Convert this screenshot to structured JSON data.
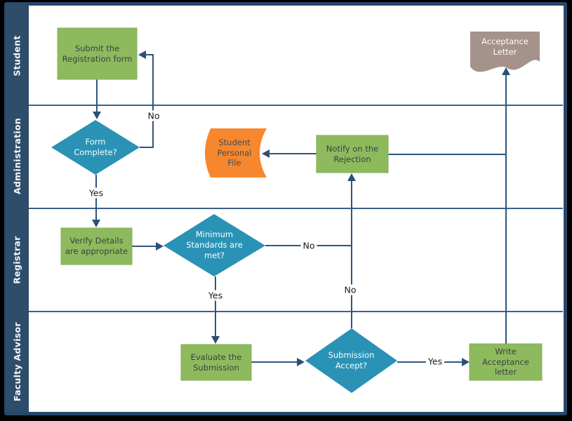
{
  "diagram": {
    "lanes": [
      {
        "label": "Student"
      },
      {
        "label": "Administration"
      },
      {
        "label": "Registrar"
      },
      {
        "label": "Faculty Advisor"
      }
    ],
    "nodes": {
      "submit": {
        "type": "process",
        "label": "Submit the\nRegistration form"
      },
      "acceptance_letter": {
        "type": "document",
        "label": "Acceptance\nLetter"
      },
      "form_complete": {
        "type": "decision",
        "label": "Form\nComplete?"
      },
      "student_file": {
        "type": "stored-data",
        "label": "Student\nPersonal\nFile"
      },
      "notify_rejection": {
        "type": "process",
        "label": "Notify on the\nRejection"
      },
      "verify_details": {
        "type": "process",
        "label": "Verify Details\nare appropriate"
      },
      "min_standards": {
        "type": "decision",
        "label": "Minimum\nStandards are\nmet?"
      },
      "evaluate": {
        "type": "process",
        "label": "Evaluate the\nSubmission"
      },
      "submission_accept": {
        "type": "decision",
        "label": "Submission\nAccept?"
      },
      "write_letter": {
        "type": "process",
        "label": "Write\nAcceptance\nletter"
      }
    },
    "edge_labels": {
      "form_no": "No",
      "form_yes": "Yes",
      "std_no": "No",
      "std_yes": "Yes",
      "accept_no": "No",
      "accept_yes": "Yes"
    },
    "colors": {
      "process_fill": "#8eba5e",
      "decision_fill": "#2a93b5",
      "stored_data_fill": "#f6872e",
      "document_fill": "#a5928a",
      "connector": "#2e567c",
      "lane_strip": "#2e4d6b",
      "frame_border": "#27476b"
    }
  }
}
